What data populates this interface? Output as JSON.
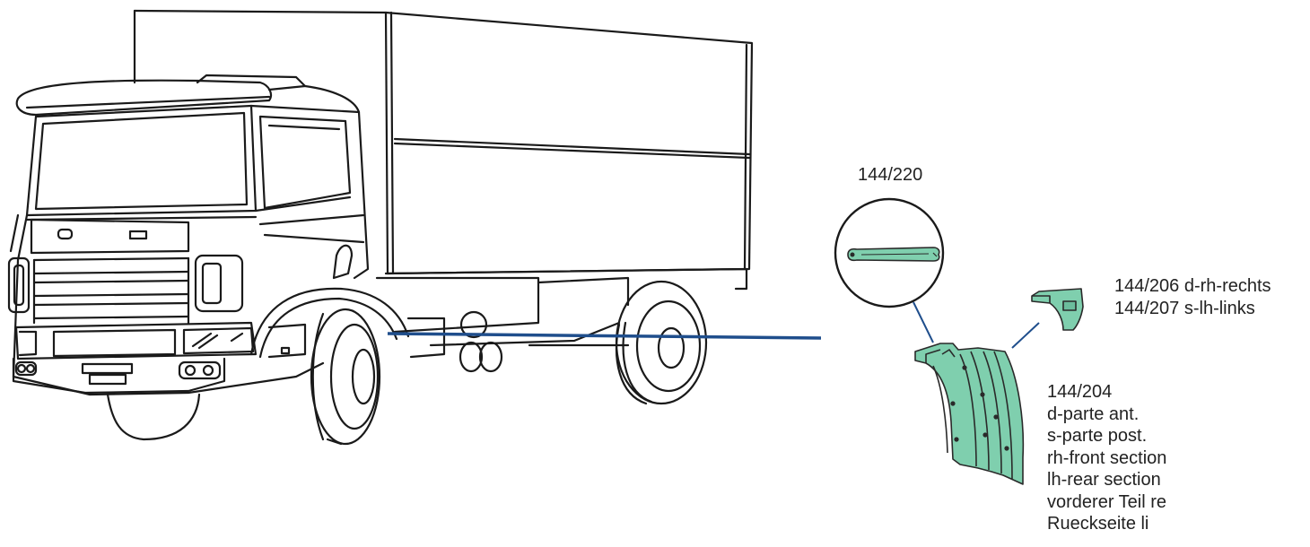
{
  "colors": {
    "outline": "#1a1a1a",
    "pointer_line": "#1f4e8c",
    "part_fill": "#7fcfae",
    "part_stroke": "#2a2a2a"
  },
  "parts": {
    "fixing_pin": {
      "code": "144/220"
    },
    "corner_piece": {
      "lines": [
        "144/206 d-rh-rechts",
        "144/207 s-lh-links"
      ]
    },
    "mudguard": {
      "lines": [
        "144/204",
        "d-parte ant.",
        "s-parte post.",
        "rh-front section",
        "lh-rear section",
        "vorderer Teil re",
        "Rueckseite li"
      ]
    }
  }
}
